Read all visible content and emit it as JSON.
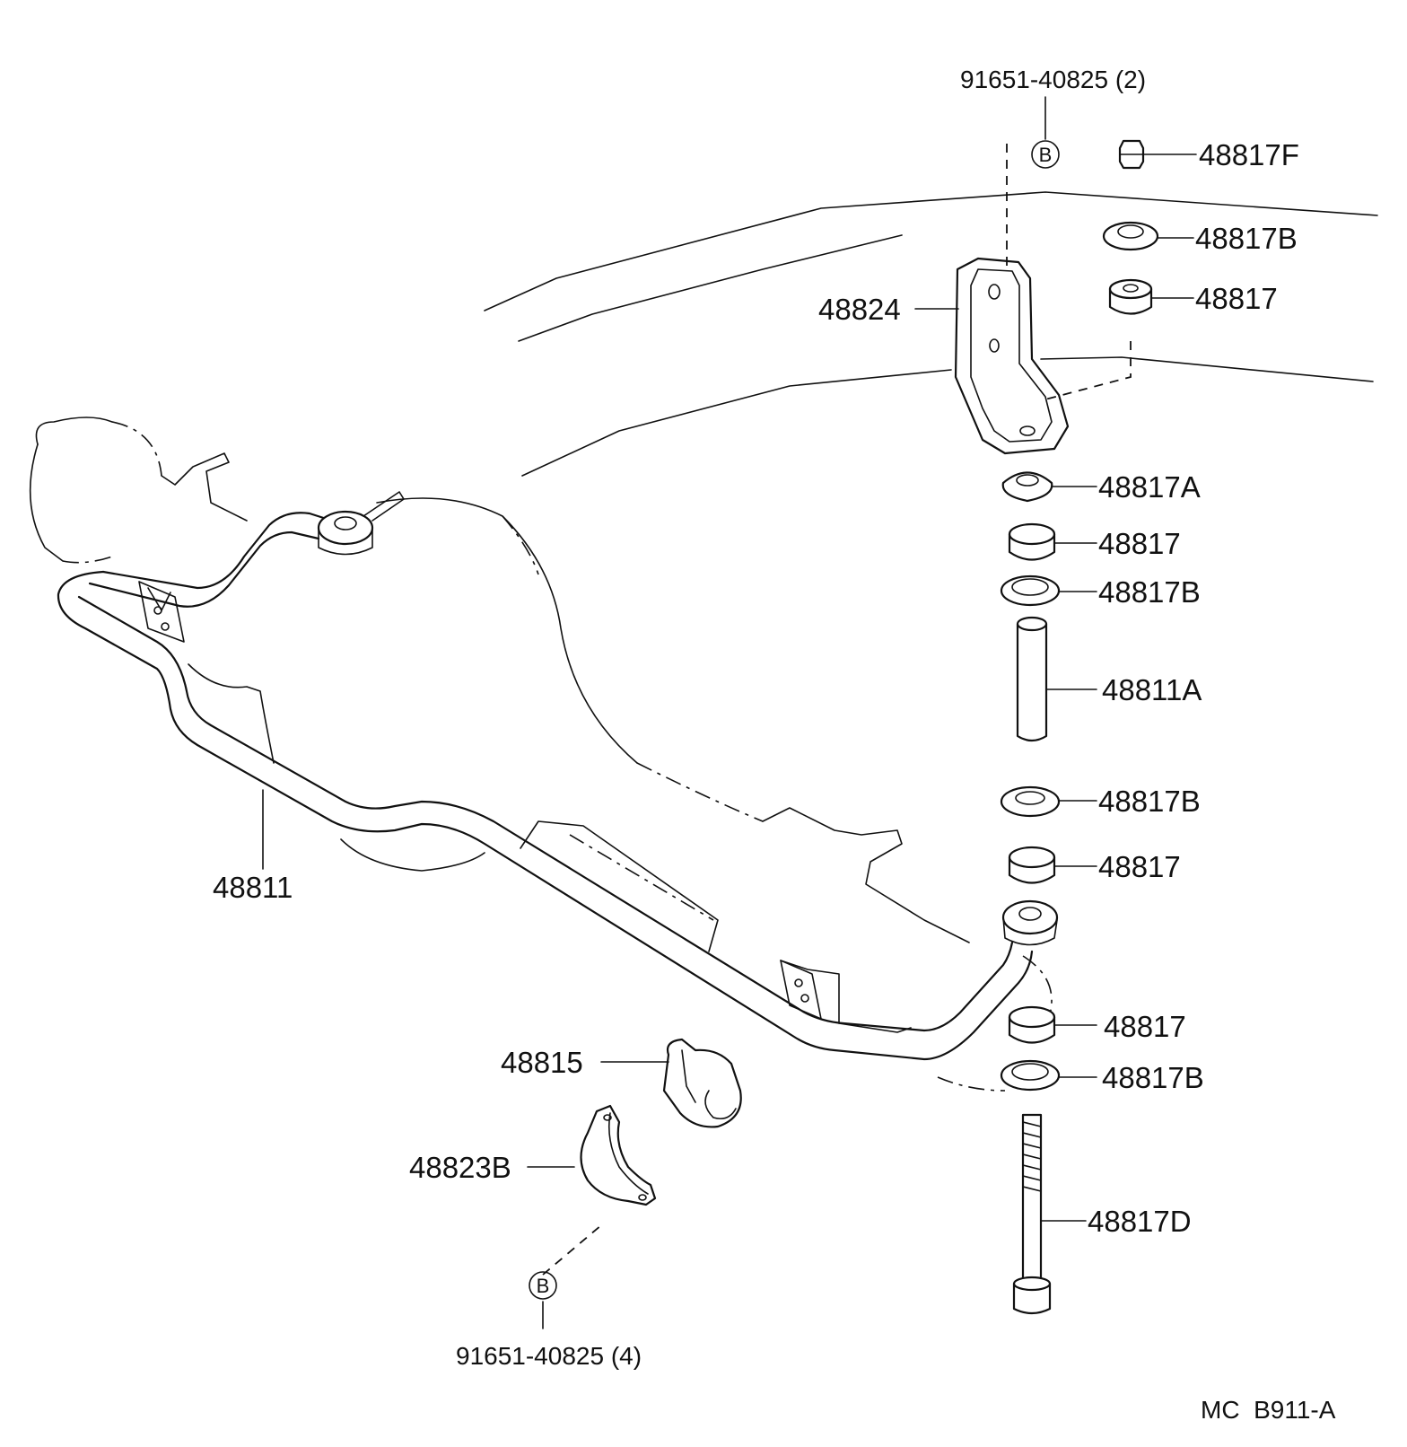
{
  "diagram": {
    "labels": {
      "bolt_top": "91651-40825 (2)",
      "bolt_bottom": "91651-40825 (4)",
      "bolt_marker": "B",
      "p48817F": "48817F",
      "p48817B_top": "48817B",
      "p48817_1": "48817",
      "p48824": "48824",
      "p48817A": "48817A",
      "p48817_2": "48817",
      "p48817B_2": "48817B",
      "p48811A": "48811A",
      "p48817B_3": "48817B",
      "p48817_3": "48817",
      "p48811": "48811",
      "p48817_4": "48817",
      "p48817B_4": "48817B",
      "p48815": "48815",
      "p48823B": "48823B",
      "p48817D": "48817D"
    },
    "footer_code": "MC  B911-A"
  }
}
